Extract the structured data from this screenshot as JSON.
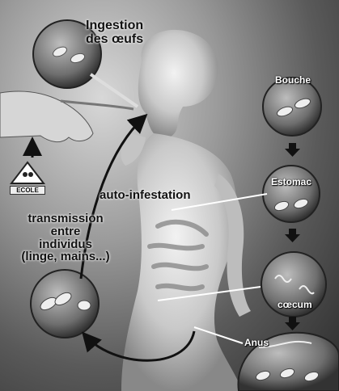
{
  "labels": {
    "ingestion": [
      "Ingestion",
      "des œufs"
    ],
    "auto_infestation": "auto-infestation",
    "transmission": [
      "transmission",
      "entre",
      "individus",
      "(linge, mains...)"
    ],
    "bouche": "Bouche",
    "estomac": "Estomac",
    "caecum": "cœcum",
    "anus": "Anus",
    "ecole": "ECOLE"
  },
  "icons": [
    "egg-icon",
    "worm-icon",
    "hand-icon",
    "arrow-down-icon"
  ],
  "colors": {
    "arrow": "#111111",
    "pointer_line": "#ffffff"
  }
}
